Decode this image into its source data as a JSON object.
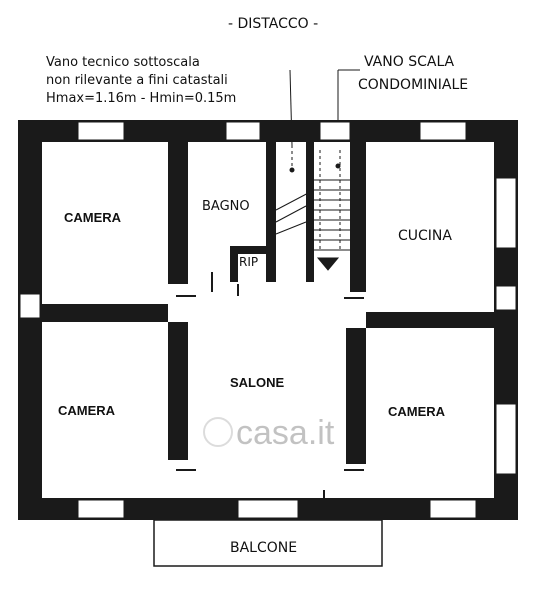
{
  "top_label": "- DISTACCO -",
  "note": {
    "line1": "Vano tecnico sottoscala",
    "line2": "non rilevante a fini catastali",
    "line3": "Hmax=1.16m - Hmin=0.15m"
  },
  "stair_label": {
    "line1": "VANO SCALA",
    "line2": "CONDOMINIALE"
  },
  "rooms": {
    "camera_top_left": "CAMERA",
    "bagno": "BAGNO",
    "rip": "RIP",
    "cucina": "CUCINA",
    "salone": "SALONE",
    "camera_bottom_left": "CAMERA",
    "camera_bottom_right": "CAMERA",
    "balcone": "BALCONE"
  },
  "watermark": "casa.it"
}
